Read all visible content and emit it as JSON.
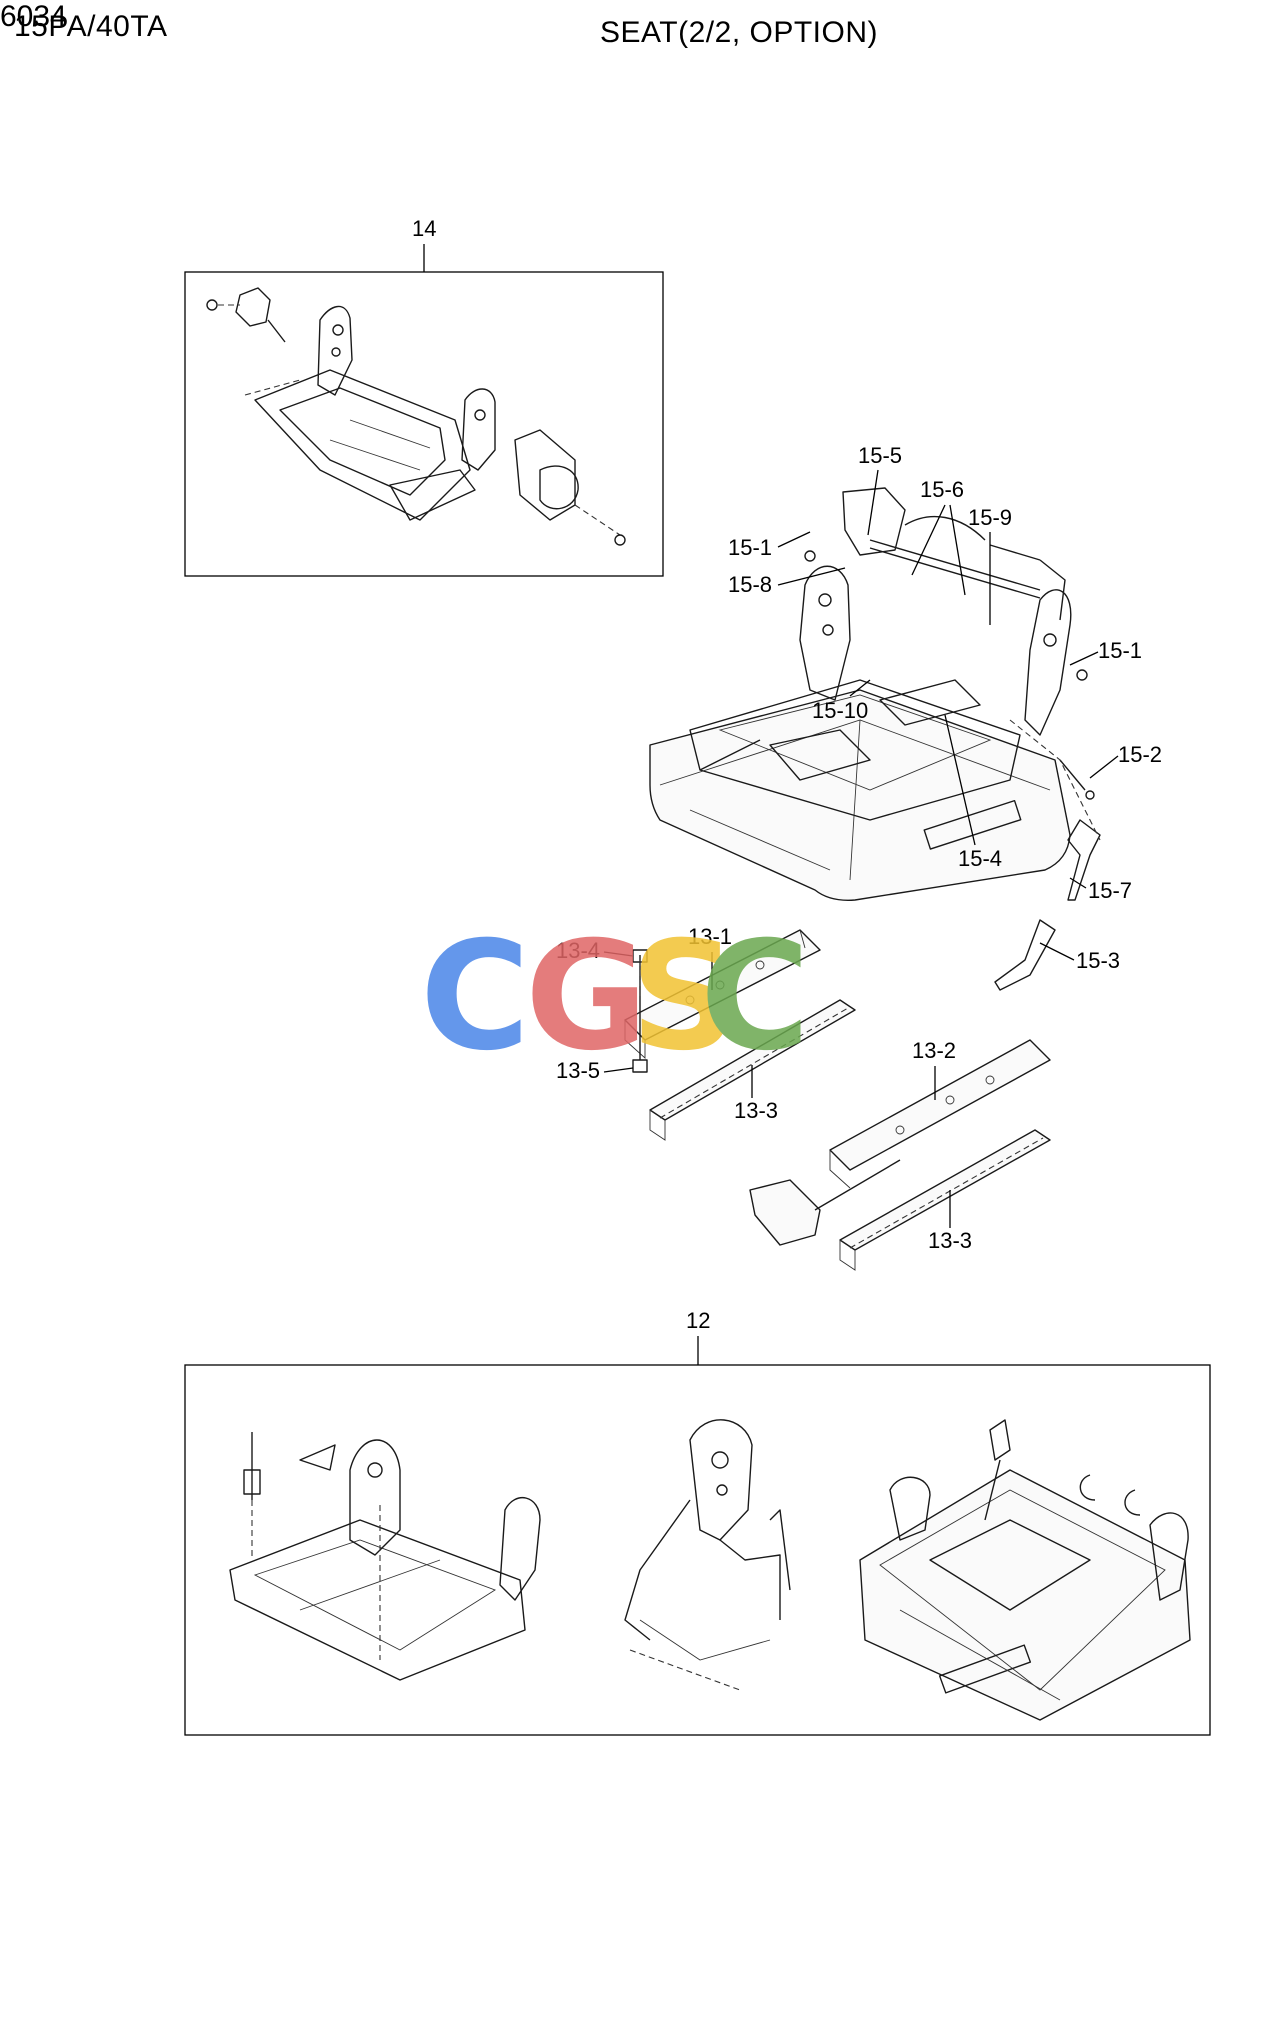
{
  "header": {
    "model": "15PA/40TA",
    "title": "SEAT(2/2, OPTION)"
  },
  "footer": {
    "page_number": "6034"
  },
  "watermark": {
    "letters": [
      "C",
      "G",
      "S",
      "C"
    ],
    "colors": [
      "#4a86e8",
      "#e06666",
      "#f1c232",
      "#6aa84f"
    ]
  },
  "callouts": {
    "c14": "14",
    "c15_5": "15-5",
    "c15_6": "15-6",
    "c15_9": "15-9",
    "c15_1a": "15-1",
    "c15_8": "15-8",
    "c15_1b": "15-1",
    "c15_10": "15-10",
    "c15_2": "15-2",
    "c15_4": "15-4",
    "c15_7": "15-7",
    "c15_3": "15-3",
    "c13_4": "13-4",
    "c13_1": "13-1",
    "c13_5": "13-5",
    "c13_3a": "13-3",
    "c13_2": "13-2",
    "c13_3b": "13-3",
    "c12": "12"
  }
}
